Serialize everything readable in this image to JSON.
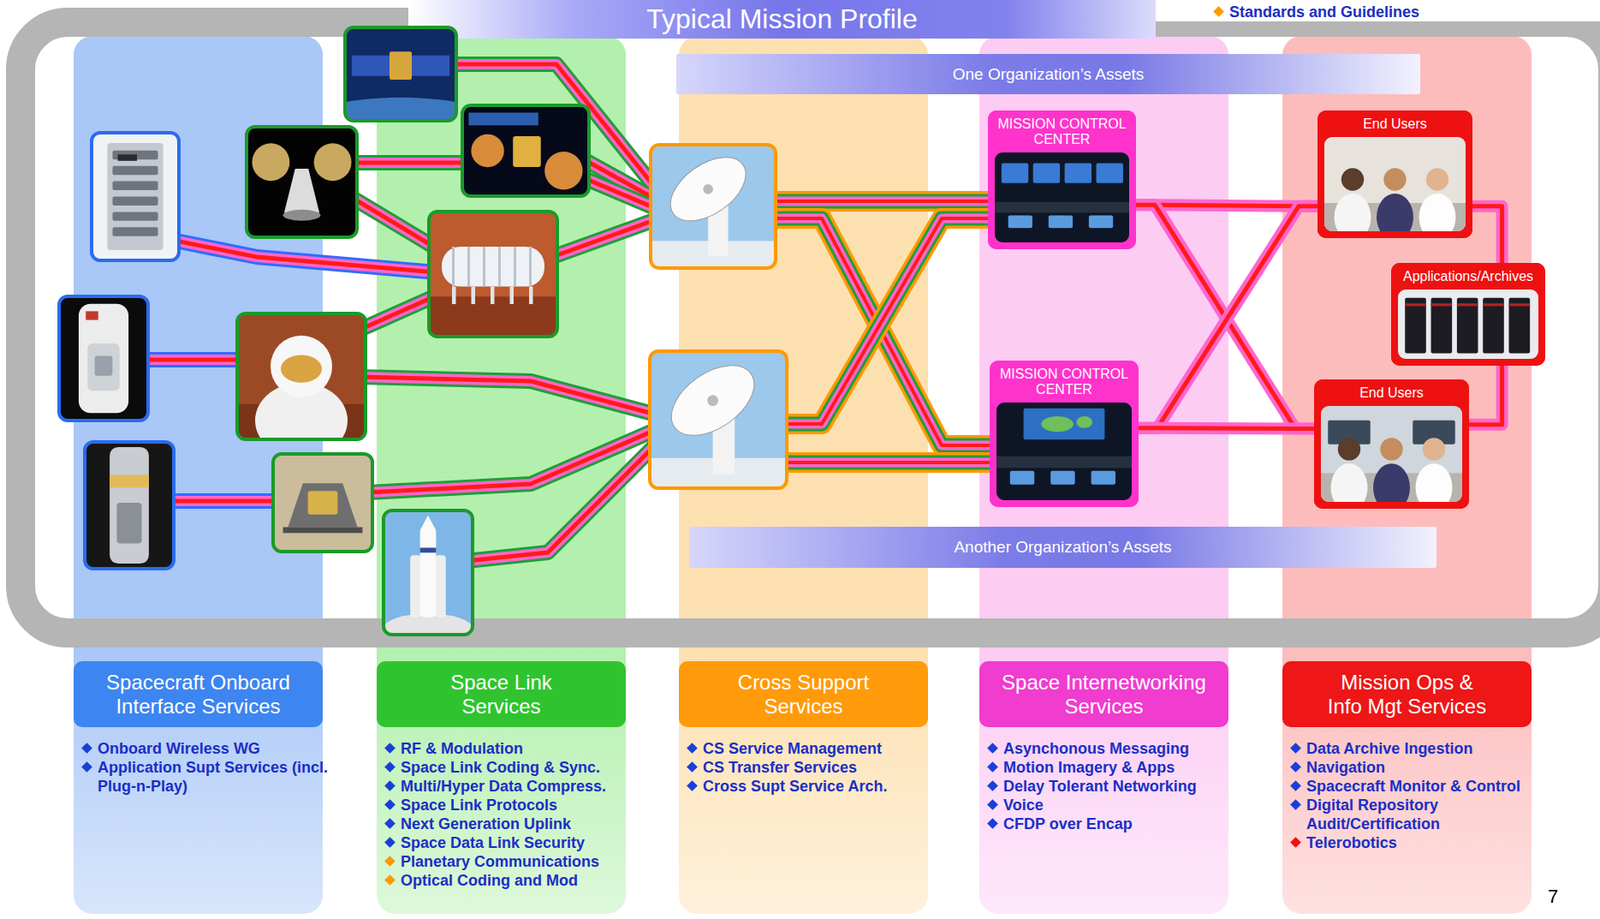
{
  "diagram": {
    "title": "Typical Mission Profile",
    "nodes": [
      {
        "text": [
          "One Organization’s Assets"
        ]
      },
      {
        "text": [
          "MISSION CONTROL CENTER"
        ]
      },
      {
        "text": [
          "End Users"
        ]
      },
      {
        "text": [
          "Applications/Archives"
        ]
      },
      {
        "text": [
          "MISSION CONTROL CENTER"
        ]
      },
      {
        "text": [
          "End Users"
        ]
      },
      {
        "text": [
          "Another Organization’s Assets"
        ]
      },
      {
        "text": [
          "Spacecraft Onboard Interface Services"
        ]
      },
      {
        "text": [
          "Space Link Services"
        ]
      },
      {
        "text": [
          "Cross Support Services"
        ]
      },
      {
        "text": [
          "Space Internetworking Services"
        ]
      },
      {
        "text": [
          "Mission Ops & Info Mgt Services"
        ]
      }
    ],
    "edges": [
      {
        "from": 1,
        "to": 2,
        "arrow": "none"
      },
      {
        "from": 1,
        "to": 5,
        "arrow": "none"
      },
      {
        "from": 4,
        "to": 2,
        "arrow": "none"
      },
      {
        "from": 4,
        "to": 5,
        "arrow": "none"
      },
      {
        "from": 2,
        "to": 3,
        "arrow": "none"
      },
      {
        "from": 3,
        "to": 5,
        "arrow": "none"
      }
    ],
    "labels": [
      "Standards and Guidelines",
      "Onboard Wireless WG",
      "Application Supt Services (incl. Plug-n-Play)",
      "RF & Modulation",
      "Space Link Coding & Sync.",
      "Multi/Hyper Data Compress.",
      "Space Link Protocols",
      "Next Generation Uplink",
      "Space Data Link Security",
      "Planetary Communications",
      "Optical Coding and Mod",
      "CS Service Management",
      "CS Transfer Services",
      "Cross Supt Service Arch.",
      "Asynchonous Messaging",
      "Motion Imagery & Apps",
      "Delay Tolerant Networking",
      "Voice",
      "CFDP over Encap",
      "Data Archive Ingestion",
      "Navigation",
      "Spacecraft Monitor & Control",
      "Digital Repository Audit/Certification",
      "Telerobotics",
      "7"
    ]
  }
}
